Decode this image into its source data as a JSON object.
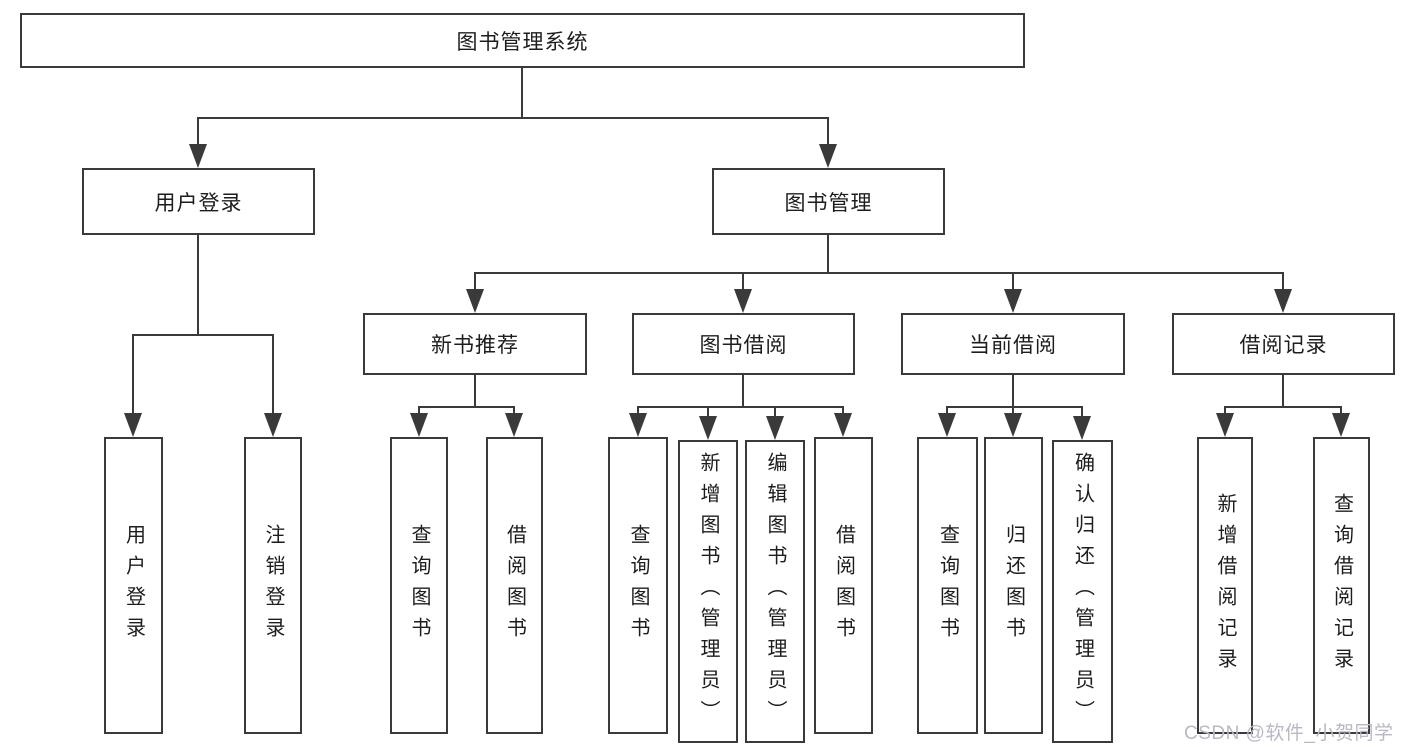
{
  "colors": {
    "line": "#3a3a3a",
    "text": "#1d1d1d",
    "box_background": "#ffffff",
    "watermark": "#b9b8c6"
  },
  "watermark": {
    "text": "CSDN @软件_小贺同学"
  },
  "tree": {
    "label": "图书管理系统",
    "children": [
      {
        "label": "用户登录",
        "children": [
          {
            "label": "用户登录"
          },
          {
            "label": "注销登录"
          }
        ]
      },
      {
        "label": "图书管理",
        "children": [
          {
            "label": "新书推荐",
            "children": [
              {
                "label": "查询图书"
              },
              {
                "label": "借阅图书"
              }
            ]
          },
          {
            "label": "图书借阅",
            "children": [
              {
                "label": "查询图书"
              },
              {
                "label": "新增图书（管理员）"
              },
              {
                "label": "编辑图书（管理员）"
              },
              {
                "label": "借阅图书"
              }
            ]
          },
          {
            "label": "当前借阅",
            "children": [
              {
                "label": "查询图书"
              },
              {
                "label": "归还图书"
              },
              {
                "label": "确认归还（管理员）"
              }
            ]
          },
          {
            "label": "借阅记录",
            "children": [
              {
                "label": "新增借阅记录"
              },
              {
                "label": "查询借阅记录"
              }
            ]
          }
        ]
      }
    ]
  }
}
